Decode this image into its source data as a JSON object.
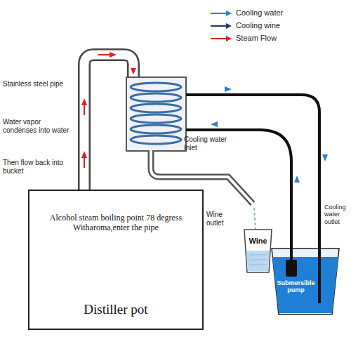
{
  "diagram": {
    "nodes": [
      {
        "text": [
          "Alcohol steam boiling point 78 degress Witharoma,enter the pipe",
          "Distiller pot"
        ]
      },
      {
        "text": [
          "Wine"
        ]
      },
      {
        "text": [
          "Submersible pump"
        ]
      }
    ],
    "labels": [
      "Stainless steel pipe",
      "Water vapor condenses into water",
      "Then flow back into bucket",
      "Cooling water Inlet",
      "Wine outlet",
      "Cooling water outlet"
    ],
    "legend": [
      {
        "text": "Cooling water"
      },
      {
        "text": "Cooling wine"
      },
      {
        "text": "Steam Flow"
      }
    ]
  }
}
